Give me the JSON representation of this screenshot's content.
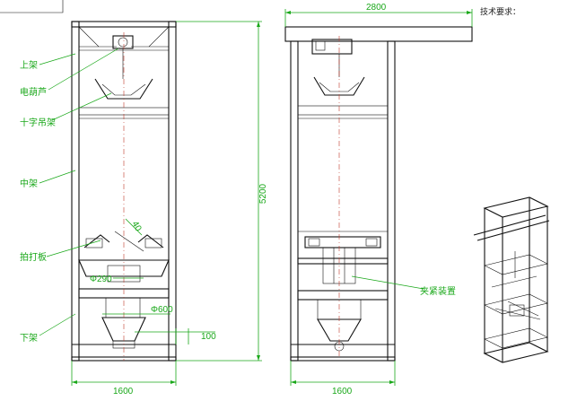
{
  "labels": {
    "upper_frame": "上架",
    "hoist": "电葫芦",
    "cross_hanger": "十字吊架",
    "middle_frame": "中架",
    "beater_plate": "拍打板",
    "lower_frame": "下架",
    "clamp_device": "夹紧装置",
    "tech_requirements": "技术要求："
  },
  "dims": {
    "width_front": "1600",
    "width_side": "1600",
    "beam_length": "2800",
    "height": "5200",
    "angle": "40",
    "dia_290": "Φ290",
    "dia_600": "Φ600",
    "offset_100": "100"
  },
  "colors": {
    "dimension": "#1aa81a",
    "line": "#111111",
    "centerline": "#c0392b"
  }
}
